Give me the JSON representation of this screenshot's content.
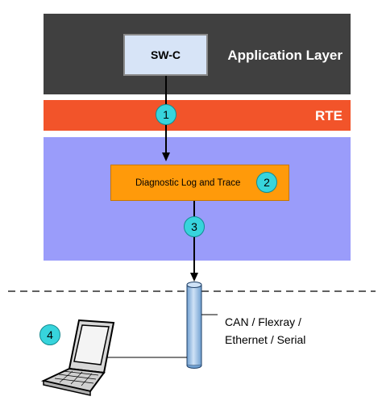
{
  "layers": {
    "application": {
      "label": "Application Layer"
    },
    "rte": {
      "label": "RTE"
    }
  },
  "components": {
    "swc": {
      "label": "SW-C"
    },
    "dlt": {
      "label": "Diagnostic Log and Trace"
    }
  },
  "steps": [
    "1",
    "2",
    "3",
    "4"
  ],
  "bus": {
    "label": "CAN / Flexray /\nEthernet / Serial"
  },
  "colors": {
    "application_layer": "#404040",
    "rte_layer": "#f2542a",
    "bsw_layer": "#9a9cfa",
    "swc_box": "#d7e4f7",
    "dlt_box": "#ff9a0a",
    "badge": "#37d4dc",
    "bus": "#9fc3e7"
  }
}
